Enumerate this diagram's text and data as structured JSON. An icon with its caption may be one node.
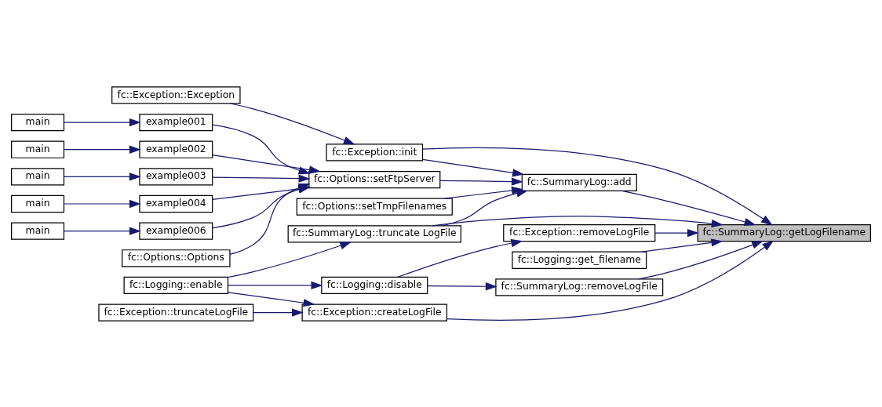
{
  "diagram": {
    "nodes": [
      {
        "text": [
          "main"
        ]
      },
      {
        "text": [
          "main"
        ]
      },
      {
        "text": [
          "main"
        ]
      },
      {
        "text": [
          "main"
        ]
      },
      {
        "text": [
          "main"
        ]
      },
      {
        "text": [
          "fc::Exception::Exception"
        ]
      },
      {
        "text": [
          "example001"
        ]
      },
      {
        "text": [
          "example002"
        ]
      },
      {
        "text": [
          "example003"
        ]
      },
      {
        "text": [
          "example004"
        ]
      },
      {
        "text": [
          "example006"
        ]
      },
      {
        "text": [
          "fc::Options::Options"
        ]
      },
      {
        "text": [
          "fc::Logging::enable"
        ]
      },
      {
        "text": [
          "fc::Exception::init"
        ]
      },
      {
        "text": [
          "fc::Options::setFtpServer"
        ]
      },
      {
        "text": [
          "fc::Options::setTmpFilenames"
        ]
      },
      {
        "text": [
          "fc::SummaryLog::truncate LogFile"
        ]
      },
      {
        "text": [
          "fc::Exception::truncateLogFile"
        ]
      },
      {
        "text": [
          "fc::Logging::disable"
        ]
      },
      {
        "text": [
          "fc::SummaryLog::add"
        ]
      },
      {
        "text": [
          "fc::Exception::createLogFile"
        ]
      },
      {
        "text": [
          "fc::Logging::get_filename"
        ]
      },
      {
        "text": [
          "fc::SummaryLog::removeLogFile"
        ]
      },
      {
        "text": [
          "fc::Exception::removeLogFile"
        ]
      },
      {
        "text": [
          "fc::SummaryLog::getLogFilename"
        ]
      }
    ],
    "edges": [
      {
        "from": 0,
        "to": 6,
        "arrow": "to"
      },
      {
        "from": 1,
        "to": 7,
        "arrow": "to"
      },
      {
        "from": 2,
        "to": 8,
        "arrow": "to"
      },
      {
        "from": 3,
        "to": 9,
        "arrow": "to"
      },
      {
        "from": 4,
        "to": 10,
        "arrow": "to"
      },
      {
        "from": 5,
        "to": 13,
        "arrow": "to"
      },
      {
        "from": 6,
        "to": 14,
        "arrow": "to"
      },
      {
        "from": 7,
        "to": 14,
        "arrow": "to"
      },
      {
        "from": 8,
        "to": 14,
        "arrow": "to"
      },
      {
        "from": 9,
        "to": 14,
        "arrow": "to"
      },
      {
        "from": 10,
        "to": 14,
        "arrow": "to"
      },
      {
        "from": 11,
        "to": 14,
        "arrow": "to"
      },
      {
        "from": 12,
        "to": 16,
        "arrow": "to"
      },
      {
        "from": 12,
        "to": 20,
        "arrow": "to"
      },
      {
        "from": 12,
        "to": 18,
        "arrow": "to"
      },
      {
        "from": 13,
        "to": 24,
        "arrow": "to"
      },
      {
        "from": 13,
        "to": 19,
        "arrow": "to"
      },
      {
        "from": 14,
        "to": 19,
        "arrow": "to"
      },
      {
        "from": 15,
        "to": 19,
        "arrow": "to"
      },
      {
        "from": 16,
        "to": 19,
        "arrow": "to"
      },
      {
        "from": 16,
        "to": 24,
        "arrow": "to"
      },
      {
        "from": 17,
        "to": 20,
        "arrow": "to"
      },
      {
        "from": 18,
        "to": 22,
        "arrow": "to"
      },
      {
        "from": 18,
        "to": 23,
        "arrow": "to"
      },
      {
        "from": 19,
        "to": 24,
        "arrow": "to"
      },
      {
        "from": 20,
        "to": 24,
        "arrow": "to"
      },
      {
        "from": 21,
        "to": 24,
        "arrow": "to"
      },
      {
        "from": 22,
        "to": 24,
        "arrow": "to"
      },
      {
        "from": 23,
        "to": 24,
        "arrow": "to"
      }
    ]
  }
}
